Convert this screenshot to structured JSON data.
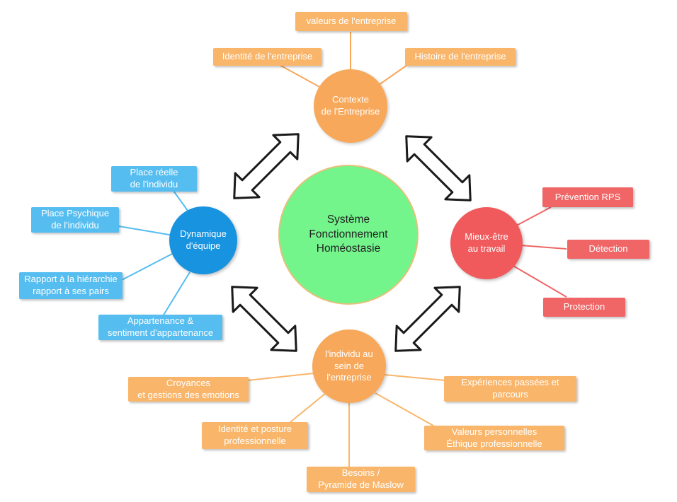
{
  "center": {
    "lines": [
      "Système",
      "Fonctionnement",
      "Homéostasie"
    ]
  },
  "hubs": {
    "contexte": {
      "lines": [
        "Contexte",
        "de l'Entreprise"
      ]
    },
    "dynamique": {
      "lines": [
        "Dynamique",
        "d'équipe"
      ]
    },
    "mieux_etre": {
      "lines": [
        "Mieux-être",
        "au travail"
      ]
    },
    "individu": {
      "lines": [
        "l'individu au",
        "sein de",
        "l'entreprise"
      ]
    }
  },
  "leaves": {
    "contexte": [
      {
        "lines": [
          "valeurs de l'entreprise"
        ]
      },
      {
        "lines": [
          "Identité de l'entreprise"
        ]
      },
      {
        "lines": [
          "Histoire de l'entreprise"
        ]
      }
    ],
    "dynamique": [
      {
        "lines": [
          "Place réelle",
          "de l'individu"
        ]
      },
      {
        "lines": [
          "Place Psychique",
          "de l'individu"
        ]
      },
      {
        "lines": [
          "Rapport à la hiérarchie",
          "rapport à ses pairs"
        ]
      },
      {
        "lines": [
          "Appartenance &",
          "sentiment d'appartenance"
        ]
      }
    ],
    "mieux_etre": [
      {
        "lines": [
          "Prévention RPS"
        ]
      },
      {
        "lines": [
          "Détection"
        ]
      },
      {
        "lines": [
          "Protection"
        ]
      }
    ],
    "individu": [
      {
        "lines": [
          "Croyances",
          "et gestions des emotions"
        ]
      },
      {
        "lines": [
          "Identité et posture",
          "professionnelle"
        ]
      },
      {
        "lines": [
          "Besoins /",
          "Pyramide de Maslow"
        ]
      },
      {
        "lines": [
          "Expériences passées et",
          "parcours"
        ]
      },
      {
        "lines": [
          "Valeurs personnelles",
          "Éthique professionnelle"
        ]
      }
    ]
  },
  "colors": {
    "orange_leaf": "#f9b66b",
    "orange_hub": "#f7a85a",
    "blue_leaf": "#56bdf0",
    "blue_hub": "#1793e0",
    "red_leaf": "#f06566",
    "red_hub": "#f05a5c",
    "center_fill": "#73f58c"
  },
  "arrows": [
    {
      "icon": "double-arrow-icon",
      "between": [
        "dynamique",
        "contexte"
      ]
    },
    {
      "icon": "double-arrow-icon",
      "between": [
        "contexte",
        "mieux_etre"
      ]
    },
    {
      "icon": "double-arrow-icon",
      "between": [
        "dynamique",
        "individu"
      ]
    },
    {
      "icon": "double-arrow-icon",
      "between": [
        "individu",
        "mieux_etre"
      ]
    }
  ]
}
